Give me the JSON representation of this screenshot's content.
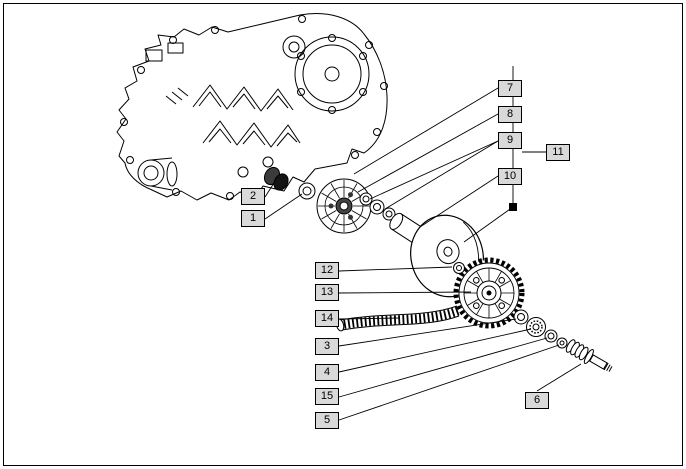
{
  "diagram": {
    "callouts": [
      {
        "id": "7",
        "label": "7"
      },
      {
        "id": "8",
        "label": "8"
      },
      {
        "id": "9",
        "label": "9"
      },
      {
        "id": "10",
        "label": "10"
      },
      {
        "id": "11",
        "label": "11"
      },
      {
        "id": "2",
        "label": "2"
      },
      {
        "id": "1",
        "label": "1"
      },
      {
        "id": "12",
        "label": "12"
      },
      {
        "id": "13",
        "label": "13"
      },
      {
        "id": "14",
        "label": "14"
      },
      {
        "id": "3",
        "label": "3"
      },
      {
        "id": "4",
        "label": "4"
      },
      {
        "id": "15",
        "label": "15"
      },
      {
        "id": "5",
        "label": "5"
      },
      {
        "id": "6",
        "label": "6"
      }
    ],
    "colors": {
      "background": "#ffffff",
      "line": "#000000",
      "callout_fill": "#d9d9d9",
      "callout_border": "#000000",
      "part_shading": "#3c3c3c"
    }
  }
}
